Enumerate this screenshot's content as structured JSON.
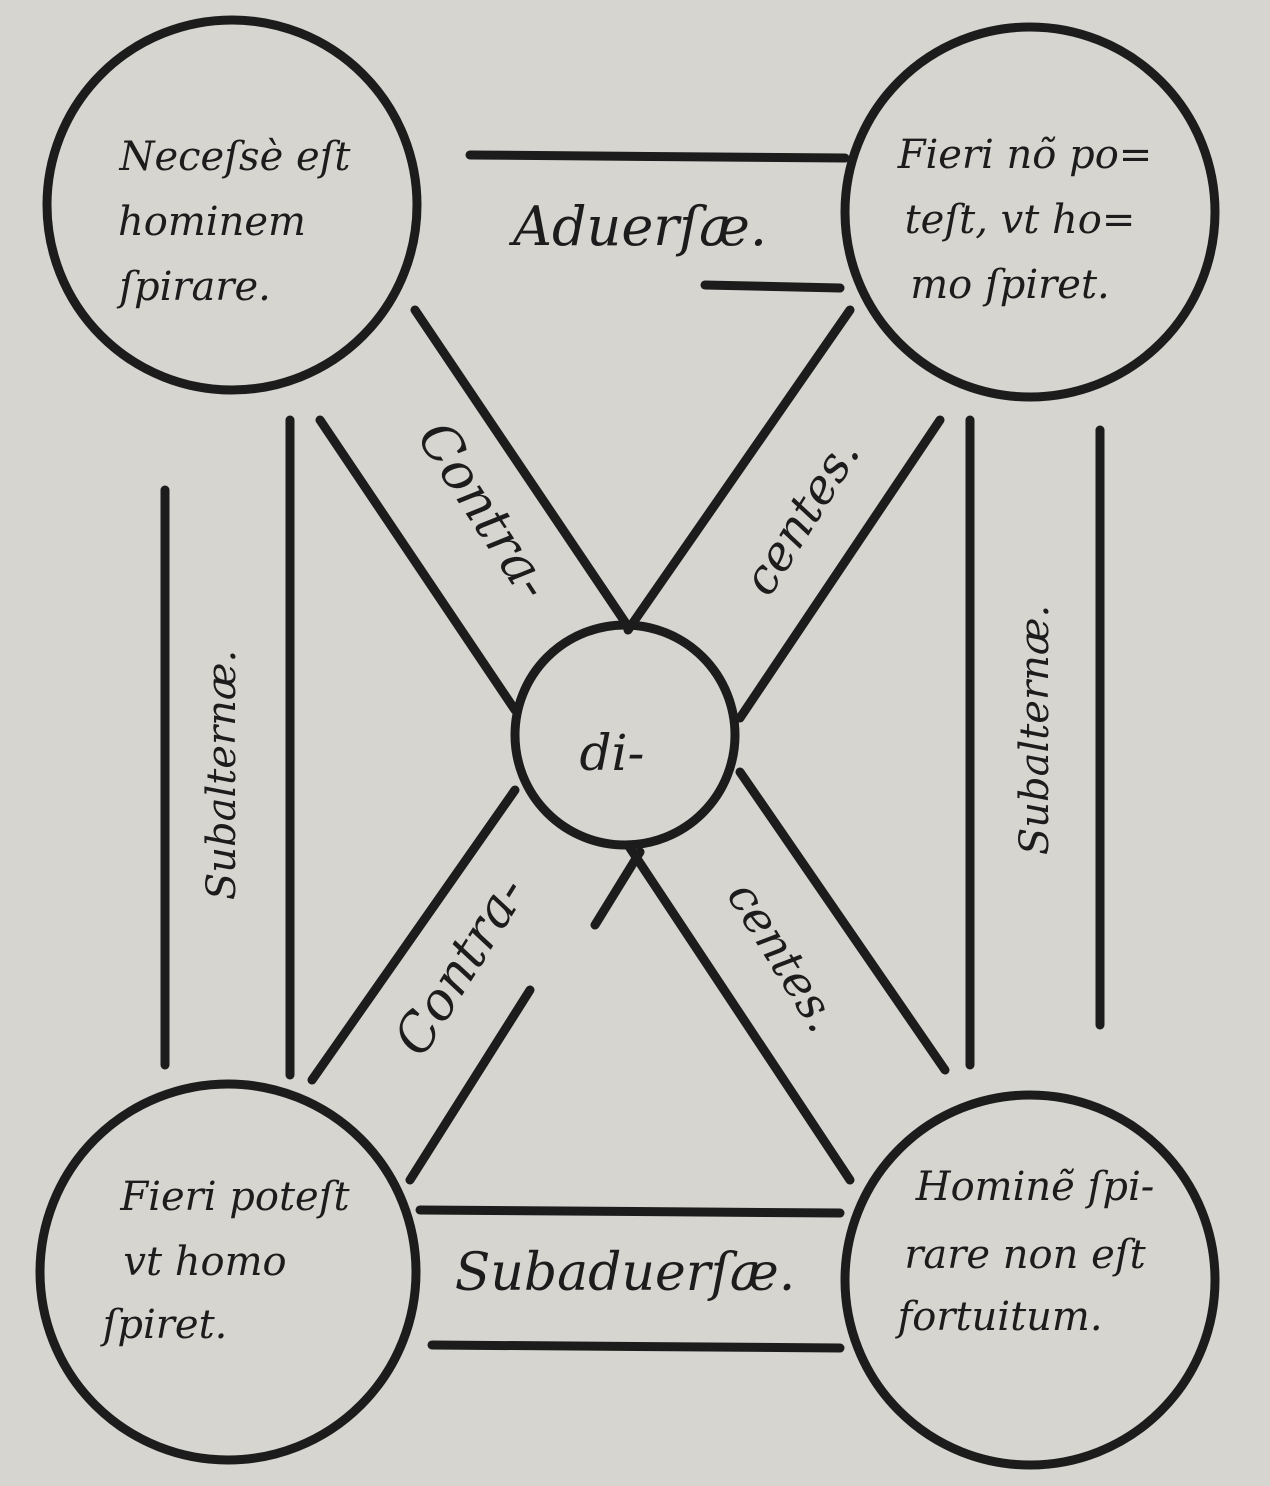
{
  "circles": {
    "top_left": [
      "Neceſsè eſt",
      "hominem",
      "ſpirare."
    ],
    "top_right": [
      "Fieri nõ po=",
      "teſt, vt ho=",
      "mo ſpiret."
    ],
    "bottom_left": [
      "Fieri poteſt",
      "vt homo",
      "ſpiret."
    ],
    "bottom_right": [
      "Hominẽ ſpi-",
      "rare non eſt",
      "fortuitum."
    ],
    "center": "di-"
  },
  "relations": {
    "top": "Aduerſæ.",
    "bottom": "Subaduerſæ.",
    "left": "Subalternæ.",
    "right": "Subalternæ.",
    "diag_upper_left": "Contra-",
    "diag_upper_right": "centes.",
    "diag_lower_left": "Contra-",
    "diag_lower_right": "centes."
  },
  "colors": {
    "ink": "#1c1c1c",
    "paper": "#d6d5d0"
  }
}
